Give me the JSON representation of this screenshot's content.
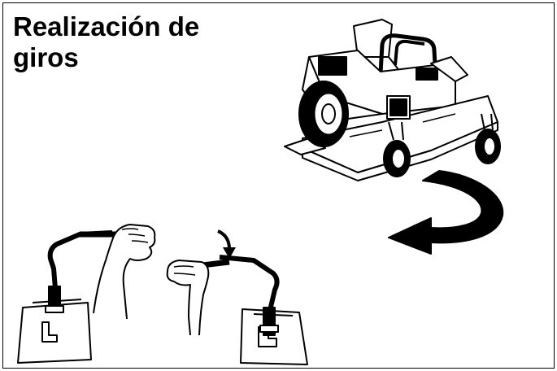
{
  "section": {
    "title_line1": "Realización de",
    "title_line2": "giros"
  },
  "illustrations": {
    "mower": "zero-turn-mower",
    "turn_arrow": "curved-turn-arrow",
    "controls": "steering-levers-with-hands",
    "push_arrow": "down-arrow"
  },
  "colors": {
    "ink": "#000000",
    "background": "#ffffff"
  }
}
